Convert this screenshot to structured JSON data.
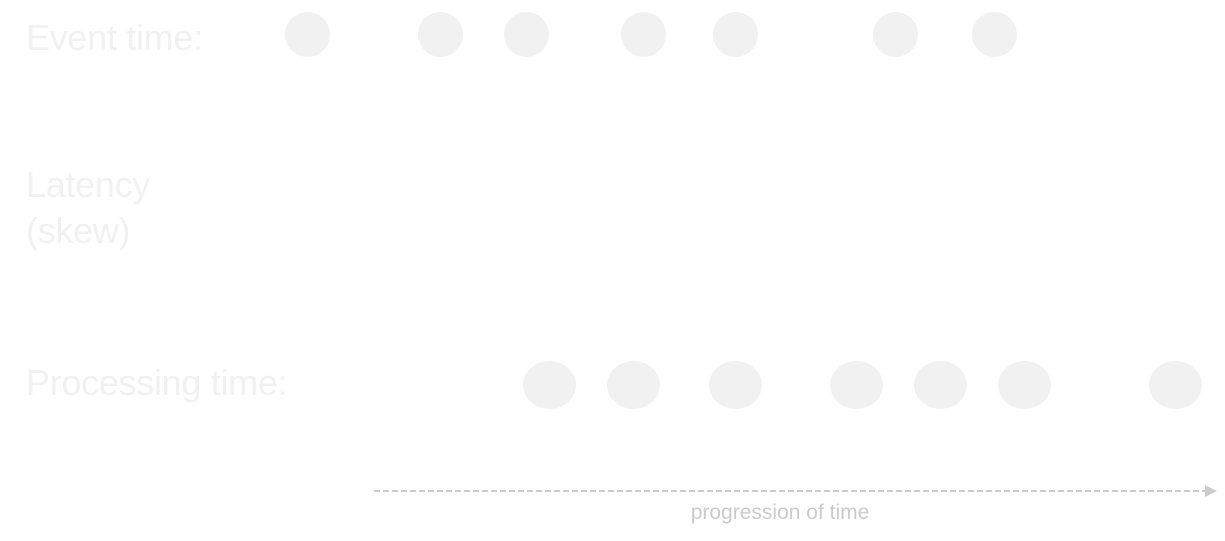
{
  "rows": {
    "event_time": "Event time:",
    "latency_line1": "Latency",
    "latency_line2": "(skew)",
    "processing_time": "Processing time:"
  },
  "axis": {
    "label": "progression of time"
  },
  "colors": {
    "dot": "#f1f1f1",
    "row_label": "#f1f1f1",
    "axis_line": "#cccccc",
    "axis_label": "#cbcbcb"
  }
}
